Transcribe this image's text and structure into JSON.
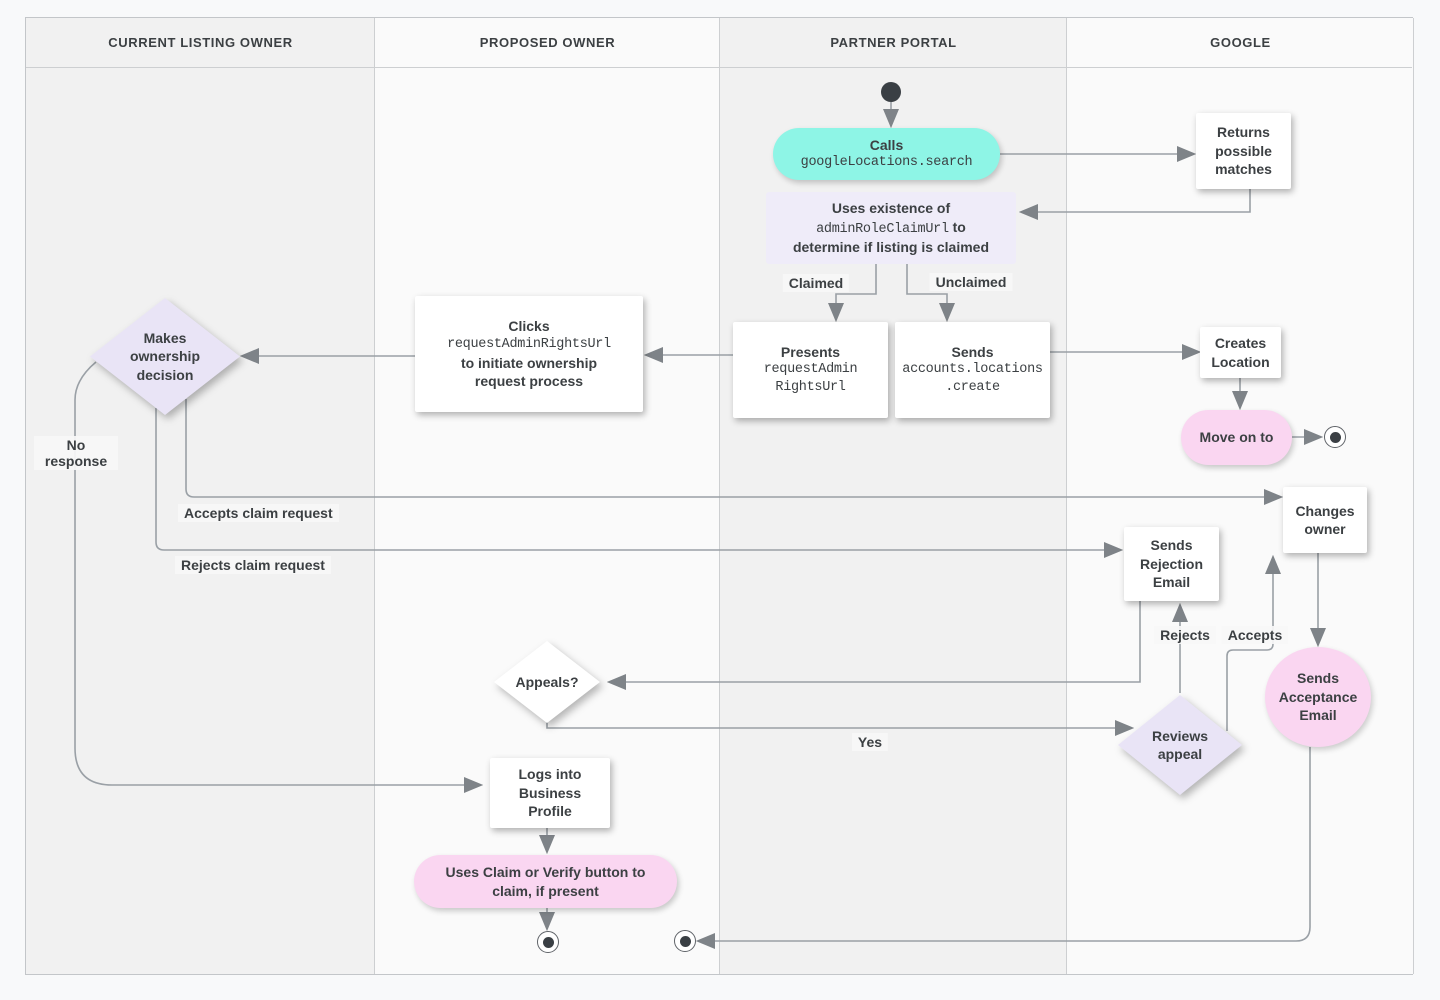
{
  "lanes": [
    {
      "label": "CURRENT LISTING OWNER"
    },
    {
      "label": "PROPOSED OWNER"
    },
    {
      "label": "PARTNER PORTAL"
    },
    {
      "label": "GOOGLE"
    }
  ],
  "nodes": {
    "calls": {
      "title": "Calls",
      "code": "googleLocations.search"
    },
    "returns_matches": {
      "text": "Returns possible matches"
    },
    "uses_existence": {
      "line1": "Uses existence of",
      "code": "adminRoleClaimUrl",
      "line2_suffix": " to",
      "line3": "determine if listing is claimed"
    },
    "presents": {
      "title": "Presents",
      "code_line1": "requestAdmin",
      "code_line2": "RightsUrl"
    },
    "sends_create": {
      "title": "Sends",
      "code_line1": "accounts.locations",
      "code_line2": ".create"
    },
    "clicks": {
      "title": "Clicks",
      "code": "requestAdminRightsUrl",
      "line3": "to initiate ownership",
      "line4": "request process"
    },
    "makes_decision": {
      "text": "Makes ownership decision"
    },
    "creates_location": {
      "text": "Creates Location"
    },
    "move_on": {
      "text": "Move on to"
    },
    "changes_owner": {
      "text": "Changes owner"
    },
    "sends_rejection": {
      "text": "Sends Rejection Email"
    },
    "sends_acceptance": {
      "text": "Sends Acceptance Email"
    },
    "appeals": {
      "text": "Appeals?"
    },
    "reviews_appeal": {
      "text": "Reviews appeal"
    },
    "logs_into": {
      "text": "Logs into Business Profile"
    },
    "uses_claim": {
      "text": "Uses Claim or Verify button to claim, if present"
    }
  },
  "edge_labels": {
    "claimed": "Claimed",
    "unclaimed": "Unclaimed",
    "no_response": "No response",
    "accepts_claim": "Accepts claim request",
    "rejects_claim": "Rejects claim request",
    "rejects": "Rejects",
    "accepts": "Accepts",
    "yes": "Yes"
  },
  "colors": {
    "teal": "#8EF5E6",
    "lavender_diamond": "#E9E4F6",
    "lavender_box": "#EFECF9",
    "pink": "#FAD6F1",
    "line": "#9AA0A6",
    "text": "#3C4043",
    "node_bg": "#FFFFFF",
    "lane_dark": "#F1F1F1",
    "lane_light": "#FAFAFA"
  }
}
